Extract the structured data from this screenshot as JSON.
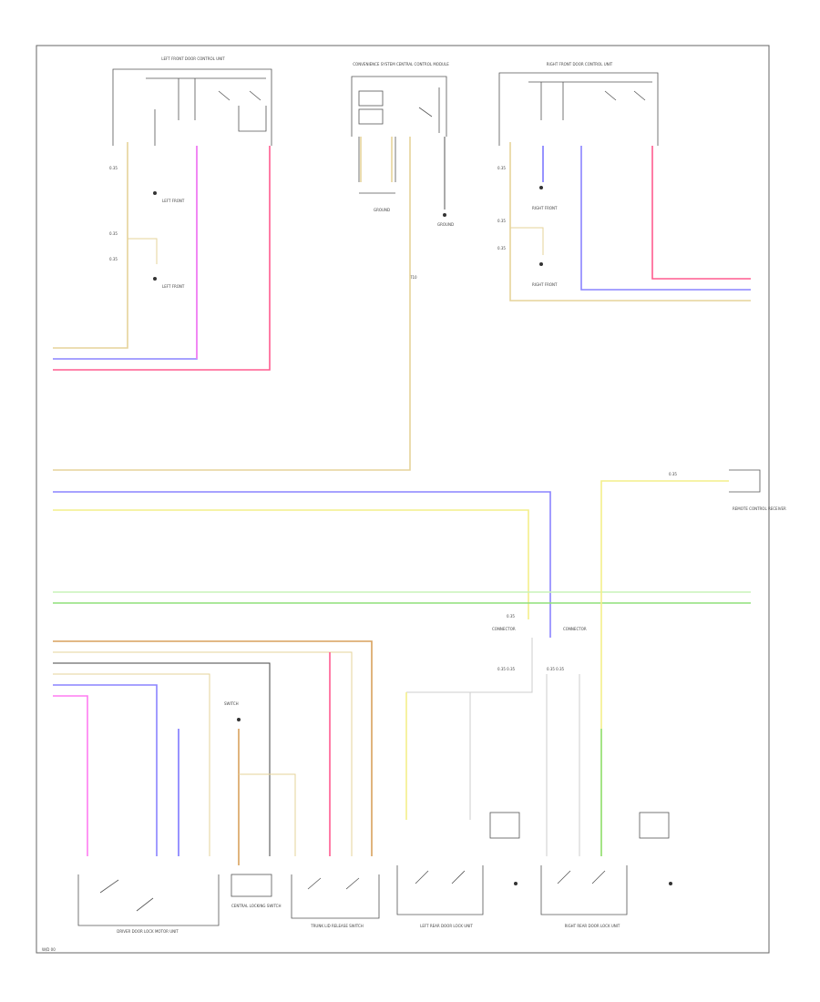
{
  "colors": {
    "tan": "#e6d39a",
    "purple": "#8a83ff",
    "pink": "#ff5c8f",
    "magenta": "#ff7cf2",
    "yellow": "#f3ef8a",
    "lightyellow": "#fbf8c9",
    "green": "#8fe07a",
    "lightgreen": "#c9f3b8",
    "orange": "#d9a15d",
    "blue": "#7d78ff",
    "gray": "#999999",
    "dark": "#444444"
  },
  "components": {
    "top_left": "LEFT FRONT DOOR CONTROL UNIT",
    "top_center": "CONVENIENCE SYSTEM CENTRAL CONTROL MODULE",
    "top_right": "RIGHT FRONT DOOR CONTROL UNIT",
    "right_mid": "REMOTE CONTROL RECEIVER",
    "bottom_driver": "DRIVER DOOR LOCK MOTOR UNIT",
    "bottom_switch": "CENTRAL LOCKING SWITCH",
    "bottom_trunk": "TRUNK LID RELEASE SWITCH",
    "bottom_rear_left": "LEFT REAR DOOR LOCK UNIT",
    "bottom_rear_right": "RIGHT REAR DOOR LOCK UNIT"
  },
  "footer": "W/D 00"
}
